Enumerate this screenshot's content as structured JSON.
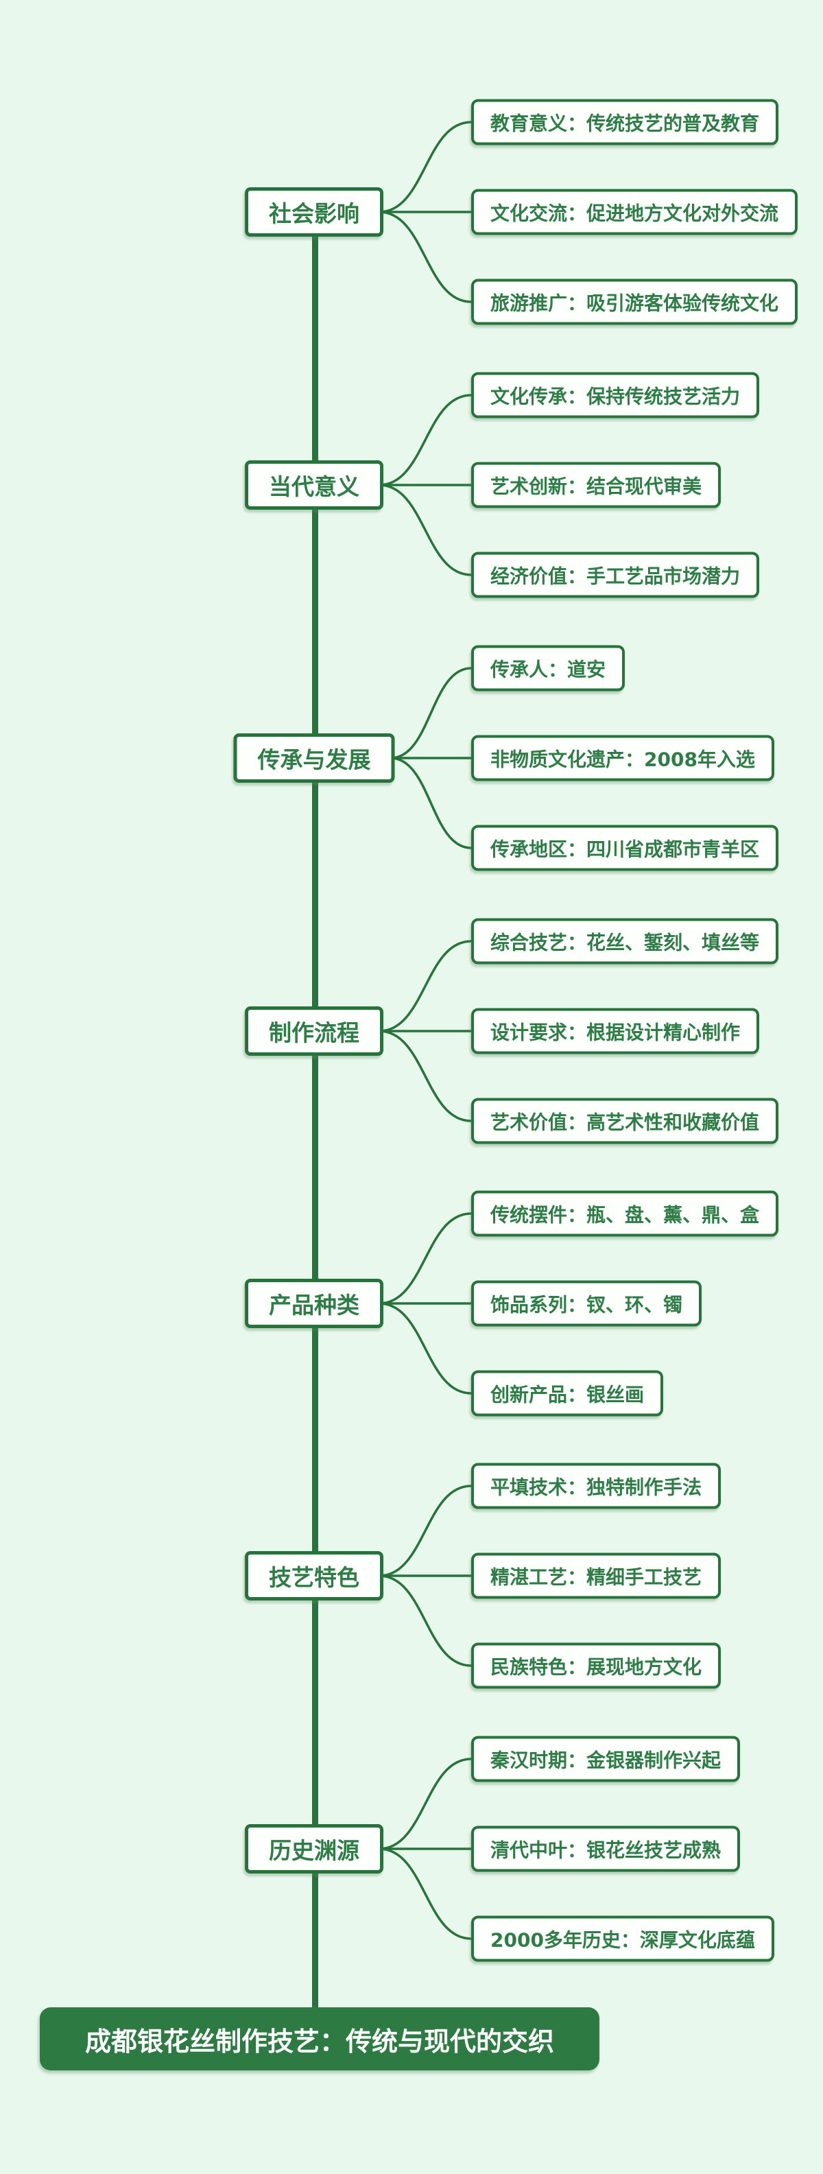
{
  "palette": {
    "background": "#e9f8ec",
    "line_green": "#26743b",
    "node_border": "#26743b",
    "node_background": "#fdfffd",
    "node_text": "#2e7d46",
    "root_background": "#2d7b43",
    "root_text": "#ffffff"
  },
  "root": {
    "label": "成都银花丝制作技艺：传统与现代的交织"
  },
  "branches": [
    {
      "label": "社会影响",
      "children": [
        "教育意义：传统技艺的普及教育",
        "文化交流：促进地方文化对外交流",
        "旅游推广：吸引游客体验传统文化"
      ]
    },
    {
      "label": "当代意义",
      "children": [
        "文化传承：保持传统技艺活力",
        "艺术创新：结合现代审美",
        "经济价值：手工艺品市场潜力"
      ]
    },
    {
      "label": "传承与发展",
      "children": [
        "传承人：道安",
        "非物质文化遗产：2008年入选",
        "传承地区：四川省成都市青羊区"
      ]
    },
    {
      "label": "制作流程",
      "children": [
        "综合技艺：花丝、錾刻、填丝等",
        "设计要求：根据设计精心制作",
        "艺术价值：高艺术性和收藏价值"
      ]
    },
    {
      "label": "产品种类",
      "children": [
        "传统摆件：瓶、盘、薰、鼎、盒",
        "饰品系列：钗、环、镯",
        "创新产品：银丝画"
      ]
    },
    {
      "label": "技艺特色",
      "children": [
        "平填技术：独特制作手法",
        "精湛工艺：精细手工技艺",
        "民族特色：展现地方文化"
      ]
    },
    {
      "label": "历史渊源",
      "children": [
        "秦汉时期：金银器制作兴起",
        "清代中叶：银花丝技艺成熟",
        "2000多年历史：深厚文化底蕴"
      ]
    }
  ]
}
